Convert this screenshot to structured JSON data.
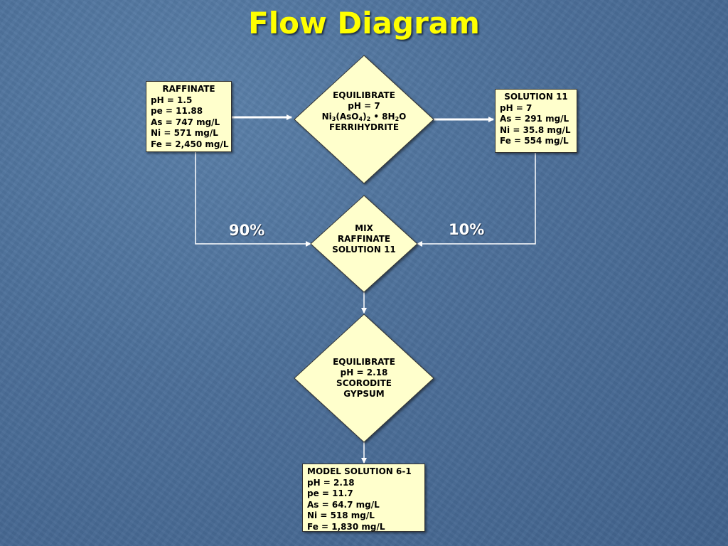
{
  "title": "Flow Diagram",
  "raffinate": {
    "heading": "RAFFINATE",
    "lines": [
      "pH = 1.5",
      "pe = 11.88",
      "As = 747 mg/L",
      "Ni = 571 mg/L",
      "Fe = 2,450 mg/L"
    ]
  },
  "equilibrate1": {
    "heading": "EQUILIBRATE",
    "ph": "pH = 7",
    "mineral_formula": {
      "ni": "Ni",
      "ni_sub": "3",
      "aso": "(AsO",
      "aso_sub": "4",
      "aso_close": ")",
      "aso_close_sub": "2",
      "hydrate": " • 8H",
      "h_sub": "2",
      "o": "O"
    },
    "mineral2": "FERRIHYDRITE"
  },
  "solution11": {
    "heading": "SOLUTION 11",
    "lines": [
      "pH = 7",
      "As = 291 mg/L",
      "Ni = 35.8 mg/L",
      "Fe = 554 mg/L"
    ]
  },
  "mix": {
    "lines": [
      "MIX",
      "RAFFINATE",
      "SOLUTION 11"
    ]
  },
  "percent_left": "90%",
  "percent_right": "10%",
  "equilibrate2": {
    "heading": "EQUILIBRATE",
    "lines": [
      "pH = 2.18",
      "SCORODITE",
      "GYPSUM"
    ]
  },
  "model_solution": {
    "heading": "MODEL SOLUTION 6-1",
    "lines": [
      "pH = 2.18",
      "pe = 11.7",
      "As = 64.7 mg/L",
      "Ni = 518 mg/L",
      "Fe = 1,830 mg/L"
    ]
  },
  "colors": {
    "background": "#4c6f99",
    "title": "#ffff00",
    "shape_fill": "#ffffcc",
    "connector": "#ffffff"
  }
}
